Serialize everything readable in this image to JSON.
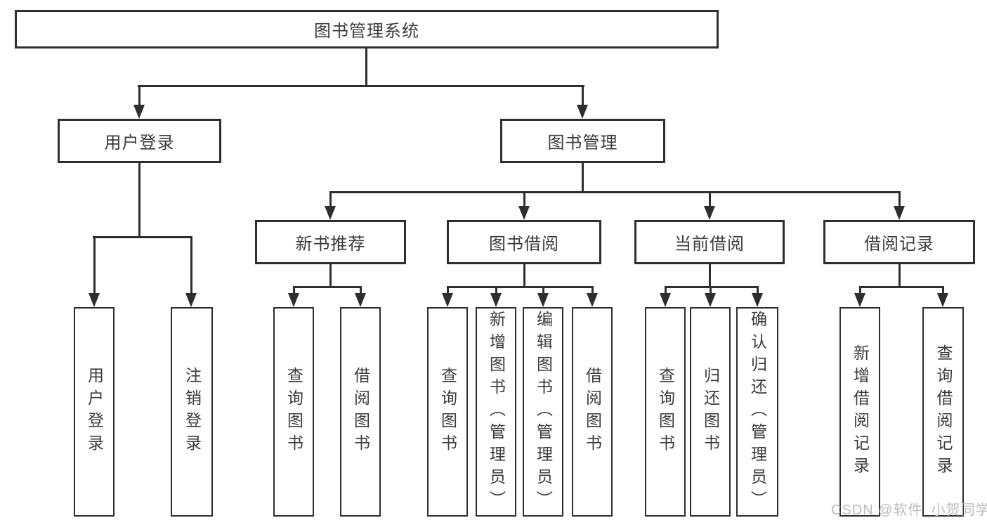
{
  "diagram": {
    "root": {
      "label": "图书管理系统",
      "children": [
        {
          "label": "用户登录",
          "children": [
            {
              "label": "用户登录"
            },
            {
              "label": "注销登录"
            }
          ]
        },
        {
          "label": "图书管理",
          "children": [
            {
              "label": "新书推荐",
              "children": [
                {
                  "label": "查询图书"
                },
                {
                  "label": "借阅图书"
                }
              ]
            },
            {
              "label": "图书借阅",
              "children": [
                {
                  "label": "查询图书"
                },
                {
                  "label": "新增图书（管理员）"
                },
                {
                  "label": "编辑图书（管理员）"
                },
                {
                  "label": "借阅图书"
                }
              ]
            },
            {
              "label": "当前借阅",
              "children": [
                {
                  "label": "查询图书"
                },
                {
                  "label": "归还图书"
                },
                {
                  "label": "确认归还（管理员）"
                }
              ]
            },
            {
              "label": "借阅记录",
              "children": [
                {
                  "label": "新增借阅记录"
                },
                {
                  "label": "查询借阅记录"
                }
              ]
            }
          ]
        }
      ]
    }
  },
  "watermark": {
    "text": "CSDN @软件_小贺同学"
  },
  "colors": {
    "line": "#2e2e2e",
    "text": "#3b3b3b",
    "watermark": "#bcbcbc",
    "background": "#ffffff"
  }
}
